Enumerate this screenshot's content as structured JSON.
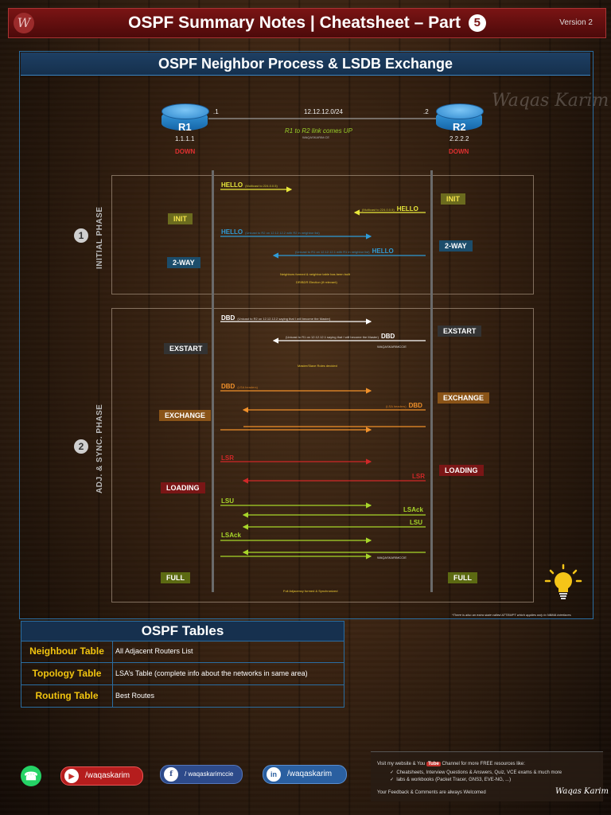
{
  "header": {
    "title": "OSPF Summary Notes | Cheatsheet – Part",
    "part_number": "5",
    "version": "Version 2",
    "logo": "W"
  },
  "section": {
    "title": "OSPF Neighbor Process & LSDB Exchange",
    "watermark": "Waqas Karim"
  },
  "topology": {
    "network": "12.12.12.0/24",
    "r1": {
      "name": "R1",
      "rid": "1.1.1.1",
      "interface": ".1",
      "state": "DOWN"
    },
    "r2": {
      "name": "R2",
      "rid": "2.2.2.2",
      "interface": ".2",
      "state": "DOWN"
    },
    "link_note": "R1 to R2 link comes UP",
    "link_sub": "WAQASKARIM.CE"
  },
  "phases": {
    "initial": {
      "number": "1",
      "label": "INITIAL PHASE"
    },
    "adj": {
      "number": "2",
      "label": "ADJ. & SYNC. PHASE"
    }
  },
  "states": {
    "r1_init": "INIT",
    "r1_twoway": "2-WAY",
    "r2_init": "INIT",
    "r2_twoway": "2-WAY",
    "r1_exstart": "EXSTART",
    "r2_exstart": "EXSTART",
    "r1_exchange": "EXCHANGE",
    "r2_exchange": "EXCHANGE",
    "r1_loading": "LOADING",
    "r2_loading": "LOADING",
    "r1_full": "FULL",
    "r2_full": "FULL"
  },
  "messages": {
    "hello1": "HELLO",
    "hello1_note": "(Multicast to 224.0.0.5)",
    "hello2": "HELLO",
    "hello2_note": "(Multicast to 224.0.0.5)",
    "hello3": "HELLO",
    "hello3_note": "(Unicast to R2 on 12.12.12.2 with R2 in neighbor list)",
    "hello4": "HELLO",
    "hello4_note": "(Unicast to R1 on 12.12.12.1 with R1 in neighbor list)",
    "twoway_note1": "Neighbors formed & neighbor table has been built",
    "twoway_note2": "DR/BDR Election (if relevant)",
    "dbd1": "DBD",
    "dbd1_note": "(Unicast to R2 on 12.12.12.2 saying that I will become the Master)",
    "dbd2": "DBD",
    "dbd2_note": "(Unicast to R1 on 12.12.12.1 saying that I will become the Master)",
    "master_note": "Master/Slave Roles decided",
    "dbd3": "DBD",
    "dbd3_note": "(LSA headers)",
    "dbd4": "DBD",
    "dbd4_note": "(LSA headers)",
    "lsr1": "LSR",
    "lsr2": "LSR",
    "lsu1": "LSU",
    "lsack1": "LSAck",
    "lsu2": "LSU",
    "lsack2": "LSAck",
    "full_note": "Full Adjacency formed & Synchronized",
    "watermark_small": "WAQASKARIMCCIE",
    "attempt_note": "*There is also an extra state called ATTEMPT which applies only to NBMA interfaces"
  },
  "tables": {
    "title": "OSPF Tables",
    "rows": [
      {
        "key": "Neighbour Table",
        "value": "All Adjacent Routers List"
      },
      {
        "key": "Topology Table",
        "value": "LSA’s Table (complete info about the networks in same area)"
      },
      {
        "key": "Routing Table",
        "value": "Best Routes"
      }
    ]
  },
  "social": {
    "youtube": "/waqaskarim",
    "facebook": "/ waqaskarimccie",
    "linkedin": "/waqaskarim"
  },
  "footer": {
    "line1_pre": "Visit my website & You",
    "line1_chip": "Tube",
    "line1_post": "Channel for more FREE resources  like:",
    "bullet1": "Cheatsheets, Interview Questions & Answers, Quiz, VCE exams & much more",
    "bullet2": "labs & workbooks (Packet Tracer, GNS3, EVE-NG, ...)",
    "feedback": "Your Feedback & Comments are always Welcomed",
    "signature": "Waqas Karim"
  },
  "colors": {
    "hello_init": "#e8e83a",
    "hello_2way": "#2f9bd6",
    "exstart": "#ffffff",
    "exchange": "#f0902a",
    "loading": "#d02828",
    "full": "#a8d62a"
  }
}
